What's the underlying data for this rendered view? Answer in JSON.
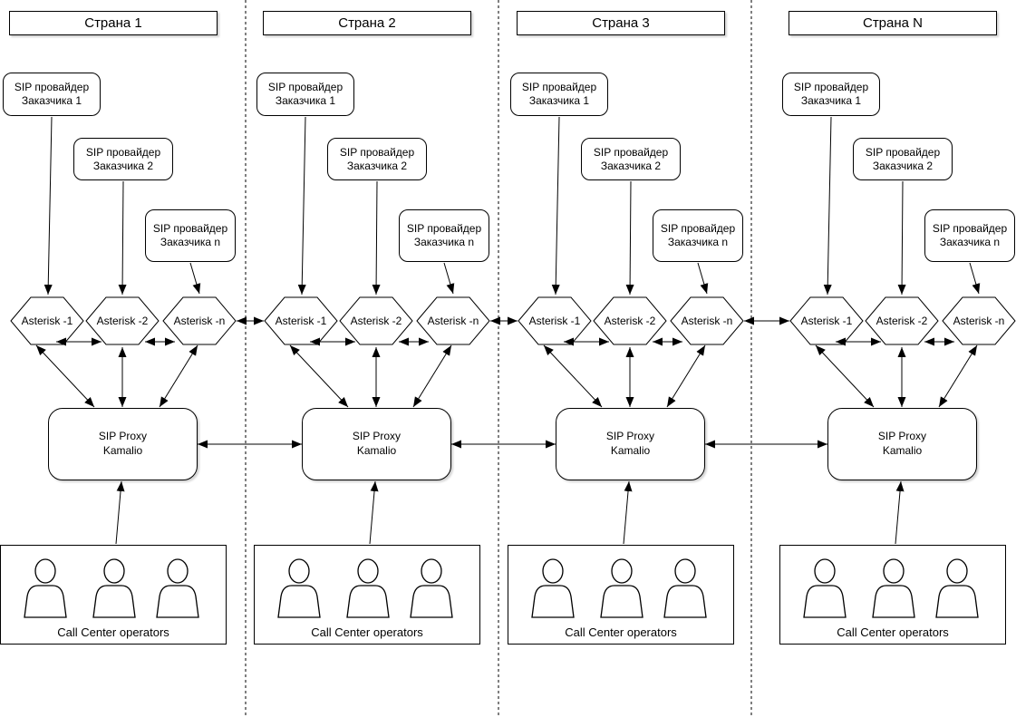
{
  "colors": {
    "stroke": "#000000",
    "background": "#ffffff",
    "text": "#000000"
  },
  "columns": [
    {
      "title": "Страна 1",
      "providers": [
        "SIP провайдер\nЗаказчика 1",
        "SIP провайдер\nЗаказчика 2",
        "SIP провайдер\nЗаказчика n"
      ],
      "asterisks": [
        "Asterisk -1",
        "Asterisk -2",
        "Asterisk -n"
      ],
      "proxy": "SIP Proxy\nKamalio",
      "call_center_label": "Call Center operators",
      "operator_count": 3
    },
    {
      "title": "Страна 2",
      "providers": [
        "SIP провайдер\nЗаказчика 1",
        "SIP провайдер\nЗаказчика 2",
        "SIP провайдер\nЗаказчика n"
      ],
      "asterisks": [
        "Asterisk -1",
        "Asterisk -2",
        "Asterisk -n"
      ],
      "proxy": "SIP Proxy\nKamalio",
      "call_center_label": "Call Center operators",
      "operator_count": 3
    },
    {
      "title": "Страна 3",
      "providers": [
        "SIP провайдер\nЗаказчика 1",
        "SIP провайдер\nЗаказчика 2",
        "SIP провайдер\nЗаказчика n"
      ],
      "asterisks": [
        "Asterisk -1",
        "Asterisk -2",
        "Asterisk -n"
      ],
      "proxy": "SIP Proxy\nKamalio",
      "call_center_label": "Call Center operators",
      "operator_count": 3
    },
    {
      "title": "Страна N",
      "providers": [
        "SIP провайдер\nЗаказчика 1",
        "SIP провайдер\nЗаказчика 2",
        "SIP провайдер\nЗаказчика n"
      ],
      "asterisks": [
        "Asterisk -1",
        "Asterisk -2",
        "Asterisk -n"
      ],
      "proxy": "SIP Proxy\nKamalio",
      "call_center_label": "Call Center operators",
      "operator_count": 3
    }
  ]
}
